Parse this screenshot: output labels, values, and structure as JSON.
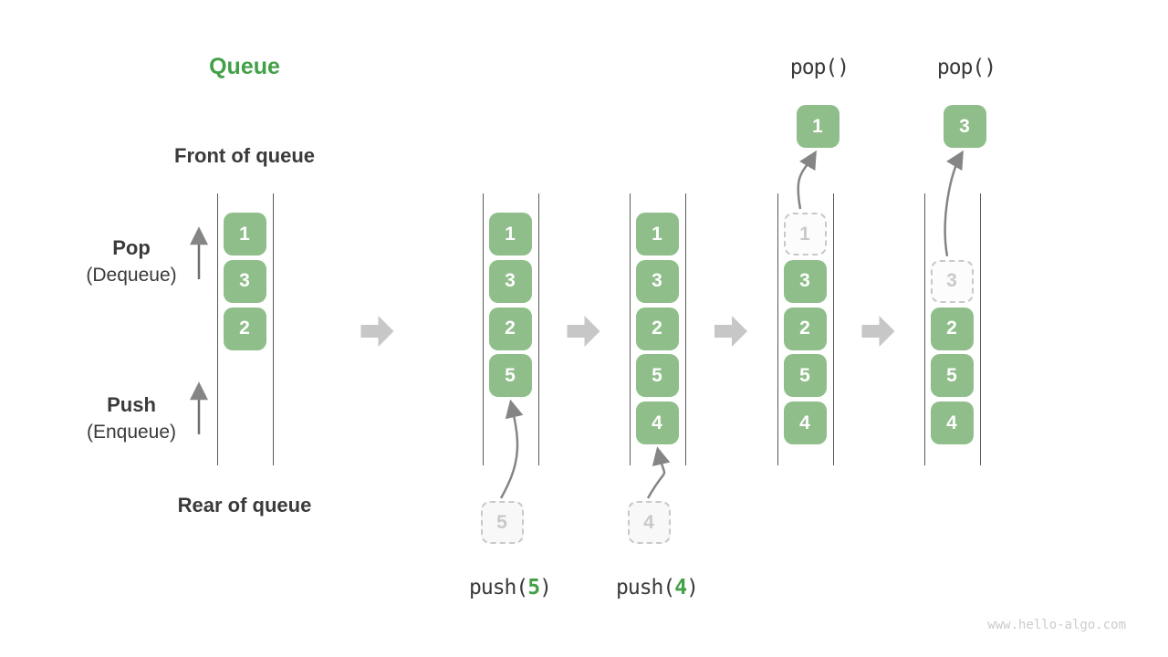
{
  "page": {
    "title": "Queue",
    "watermark": "www.hello-algo.com"
  },
  "labels": {
    "front_of_queue": "Front of queue",
    "rear_of_queue": "Rear of queue",
    "pop_title": "Pop",
    "pop_subtitle": "(Dequeue)",
    "push_title": "Push",
    "push_subtitle": "(Enqueue)"
  },
  "colors": {
    "accent_green": "#43a047",
    "box_green": "#8fbe8a",
    "box_text_white": "#ffffff",
    "dark_text": "#3a3a3a",
    "block_arrow_gray": "#c7c7c7",
    "thin_arrow_gray": "#858585",
    "wall_gray": "#5a5a5a",
    "ghost_border_gray": "#c8c8c8",
    "ghost_fill": "#f8f8f8",
    "ghost_text_gray": "#c9c9c9",
    "watermark_gray": "#cbcbcb"
  },
  "queue_states": [
    {
      "name": "state-initial",
      "cells": [
        {
          "value": "1",
          "row": 0,
          "ghost": false
        },
        {
          "value": "3",
          "row": 1,
          "ghost": false
        },
        {
          "value": "2",
          "row": 2,
          "ghost": false
        }
      ]
    },
    {
      "name": "state-after-push-5",
      "cells": [
        {
          "value": "1",
          "row": 0,
          "ghost": false
        },
        {
          "value": "3",
          "row": 1,
          "ghost": false
        },
        {
          "value": "2",
          "row": 2,
          "ghost": false
        },
        {
          "value": "5",
          "row": 3,
          "ghost": false
        }
      ],
      "push": {
        "value": "5",
        "call_prefix": "push(",
        "call_arg": "5",
        "call_suffix": ")"
      }
    },
    {
      "name": "state-after-push-4",
      "cells": [
        {
          "value": "1",
          "row": 0,
          "ghost": false
        },
        {
          "value": "3",
          "row": 1,
          "ghost": false
        },
        {
          "value": "2",
          "row": 2,
          "ghost": false
        },
        {
          "value": "5",
          "row": 3,
          "ghost": false
        },
        {
          "value": "4",
          "row": 4,
          "ghost": false
        }
      ],
      "push": {
        "value": "4",
        "call_prefix": "push(",
        "call_arg": "4",
        "call_suffix": ")"
      }
    },
    {
      "name": "state-after-pop-1",
      "cells": [
        {
          "value": "1",
          "row": 0,
          "ghost": true
        },
        {
          "value": "3",
          "row": 1,
          "ghost": false
        },
        {
          "value": "2",
          "row": 2,
          "ghost": false
        },
        {
          "value": "5",
          "row": 3,
          "ghost": false
        },
        {
          "value": "4",
          "row": 4,
          "ghost": false
        }
      ],
      "pop": {
        "value": "1",
        "call": "pop()"
      }
    },
    {
      "name": "state-after-pop-3",
      "cells": [
        {
          "value": "3",
          "row": 1,
          "ghost": true
        },
        {
          "value": "2",
          "row": 2,
          "ghost": false
        },
        {
          "value": "5",
          "row": 3,
          "ghost": false
        },
        {
          "value": "4",
          "row": 4,
          "ghost": false
        }
      ],
      "pop": {
        "value": "3",
        "call": "pop()"
      }
    }
  ]
}
